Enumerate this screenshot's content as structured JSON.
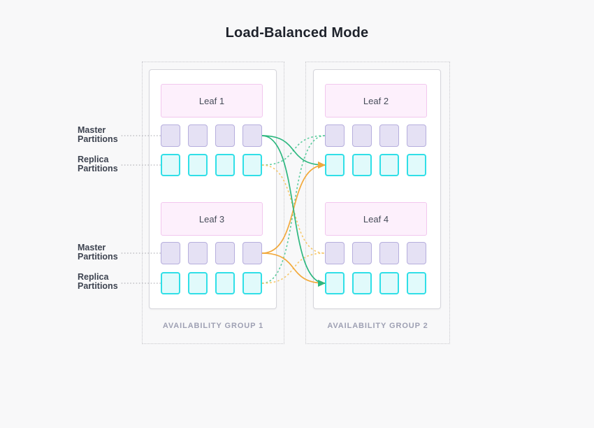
{
  "title": "Load-Balanced Mode",
  "groups": [
    {
      "label": "AVAILABILITY GROUP 1",
      "leaves": [
        {
          "id": "l1",
          "name": "Leaf 1"
        },
        {
          "id": "l3",
          "name": "Leaf 3"
        }
      ]
    },
    {
      "label": "AVAILABILITY GROUP 2",
      "leaves": [
        {
          "id": "l2",
          "name": "Leaf 2"
        },
        {
          "id": "l4",
          "name": "Leaf 4"
        }
      ]
    }
  ],
  "side_labels": [
    {
      "line1": "Master",
      "line2": "Partitions",
      "target": "l1-master"
    },
    {
      "line1": "Replica",
      "line2": "Partitions",
      "target": "l1-replica"
    },
    {
      "line1": "Master",
      "line2": "Partitions",
      "target": "l3-master"
    },
    {
      "line1": "Replica",
      "line2": "Partitions",
      "target": "l3-replica"
    }
  ],
  "partitions": {
    "squares_per_row": 4,
    "row_types": [
      "master",
      "replica"
    ]
  },
  "connections": [
    {
      "from": "l1-replica",
      "to": "l2-master",
      "color": "green",
      "style": "dotted",
      "arrow": false
    },
    {
      "from": "l3-replica",
      "to": "l2-master",
      "color": "green",
      "style": "dotted",
      "arrow": false
    },
    {
      "from": "l1-replica",
      "to": "l4-master",
      "color": "orange",
      "style": "dotted",
      "arrow": false
    },
    {
      "from": "l3-replica",
      "to": "l4-master",
      "color": "orange",
      "style": "dotted",
      "arrow": false
    },
    {
      "from": "l1-master",
      "to": "l2-replica",
      "color": "green",
      "style": "solid",
      "arrow": true
    },
    {
      "from": "l3-master",
      "to": "l4-replica",
      "color": "orange",
      "style": "solid",
      "arrow": true
    },
    {
      "from": "l3-master",
      "to": "l2-replica",
      "color": "orange",
      "style": "solid",
      "arrow": true
    },
    {
      "from": "l1-master",
      "to": "l4-replica",
      "color": "green",
      "style": "solid",
      "arrow": true
    }
  ],
  "colors": {
    "green_solid": "#2db77f",
    "green_dotted": "#5bcc9d",
    "orange_solid": "#f2a93b",
    "orange_dotted": "#f6c76a",
    "leader": "#b6b6bc",
    "master_fill": "#e5e1f4",
    "master_border": "#b6aedd",
    "replica_fill": "#e1fafb",
    "replica_border": "#30dfe7",
    "leaf_fill": "#fdf0fc",
    "leaf_border": "#f2c7ee"
  }
}
